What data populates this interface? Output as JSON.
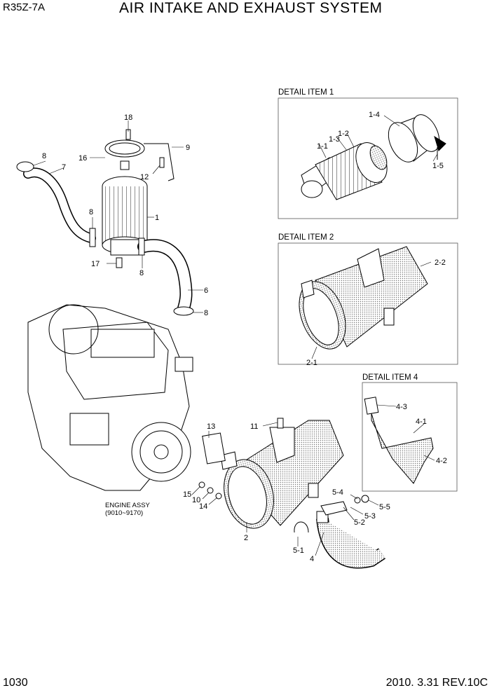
{
  "header": {
    "model": "R35Z-7A",
    "title": "AIR INTAKE AND EXHAUST SYSTEM"
  },
  "footer": {
    "page_number": "1030",
    "revision": "2010. 3.31  REV.10C"
  },
  "details": {
    "item1": "DETAIL ITEM 1",
    "item2": "DETAIL ITEM 2",
    "item4": "DETAIL ITEM 4"
  },
  "engine": {
    "label": "ENGINE ASSY",
    "part_range": "(9010~9170)"
  },
  "callouts": {
    "c1": "1",
    "c2": "2",
    "c4": "4",
    "c6": "6",
    "c7": "7",
    "c8a": "8",
    "c8b": "8",
    "c8c": "8",
    "c8d": "8",
    "c9": "9",
    "c10": "10",
    "c11": "11",
    "c12": "12",
    "c13": "13",
    "c14": "14",
    "c15": "15",
    "c16": "16",
    "c17": "17",
    "c18": "18",
    "d1_1": "1-1",
    "d1_2": "1-2",
    "d1_3": "1-3",
    "d1_4": "1-4",
    "d1_5": "1-5",
    "d2_1": "2-1",
    "d2_2": "2-2",
    "d4_1": "4-1",
    "d4_2": "4-2",
    "d4_3": "4-3",
    "d5_1": "5-1",
    "d5_2": "5-2",
    "d5_3": "5-3",
    "d5_4": "5-4",
    "d5_5": "5-5"
  }
}
